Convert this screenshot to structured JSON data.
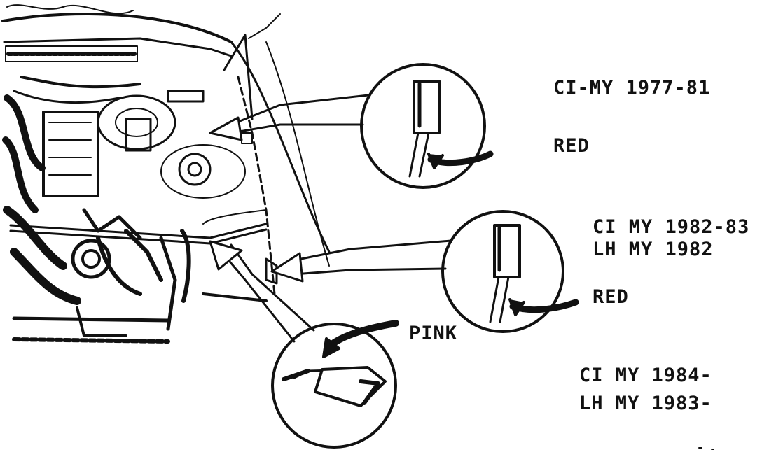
{
  "colors": {
    "ink": "#111111",
    "paper": "#ffffff"
  },
  "callouts": [
    {
      "id": "ci-1977-81",
      "lines": [
        "CI-MY 1977-81"
      ],
      "wire_color": "RED"
    },
    {
      "id": "ci-1982-83",
      "lines": [
        "CI MY 1982-83",
        "LH MY 1982"
      ],
      "wire_color": "RED"
    },
    {
      "id": "ci-1984",
      "lines": [
        "CI MY 1984-",
        "LH MY 1983-"
      ],
      "wire_color": "PINK"
    }
  ],
  "icons": [
    "engine-bay-illustration",
    "connector-detail-icon",
    "pointer-arrow-icon"
  ]
}
